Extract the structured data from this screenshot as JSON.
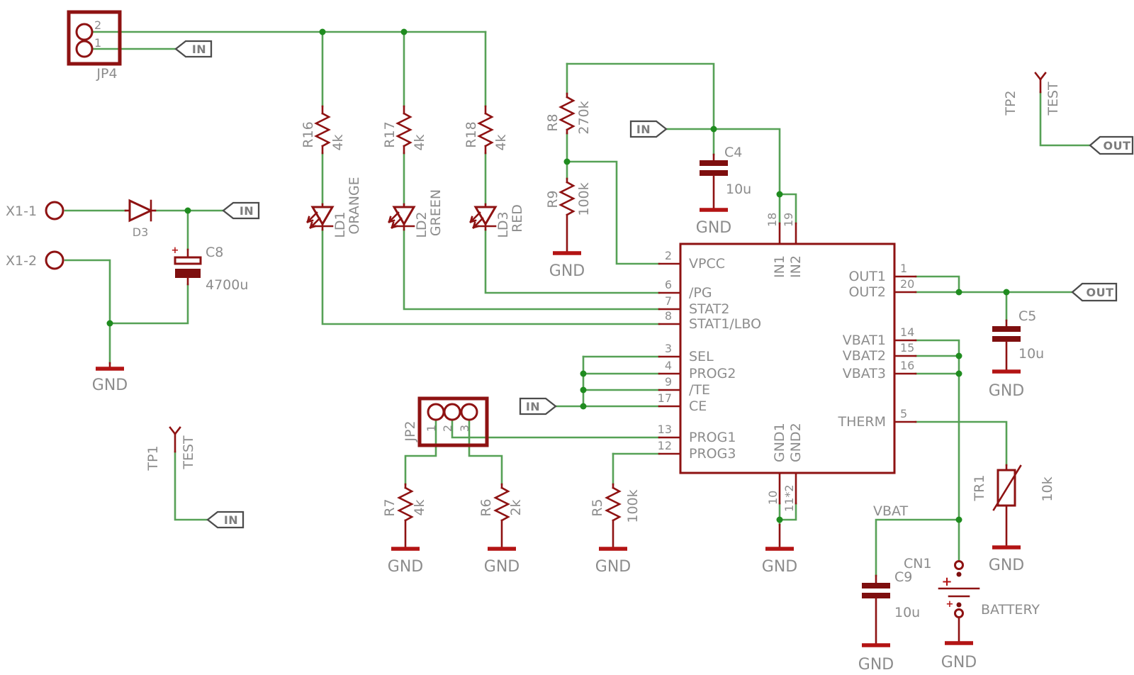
{
  "labels": {
    "gnd": "GND",
    "in": "IN",
    "out": "OUT",
    "plus": "+",
    "vbat": "VBAT",
    "test": "TEST"
  },
  "parts": {
    "jp4": {
      "name": "JP4",
      "pin1": "1",
      "pin2": "2"
    },
    "jp2": {
      "name": "JP2",
      "pin1": "1",
      "pin2": "2",
      "pin3": "3"
    },
    "x1_1": {
      "name": "X1-1"
    },
    "x1_2": {
      "name": "X1-2"
    },
    "d3": {
      "name": "D3"
    },
    "c8": {
      "name": "C8",
      "value": "4700u"
    },
    "c4": {
      "name": "C4",
      "value": "10u"
    },
    "c5": {
      "name": "C5",
      "value": "10u"
    },
    "c9": {
      "name": "C9",
      "value": "10u"
    },
    "r16": {
      "name": "R16",
      "value": "4k"
    },
    "r17": {
      "name": "R17",
      "value": "4k"
    },
    "r18": {
      "name": "R18",
      "value": "4k"
    },
    "r8": {
      "name": "R8",
      "value": "270k"
    },
    "r9": {
      "name": "R9",
      "value": "100k"
    },
    "r7": {
      "name": "R7",
      "value": "4k"
    },
    "r6": {
      "name": "R6",
      "value": "2k"
    },
    "r5": {
      "name": "R5",
      "value": "100k"
    },
    "ld1": {
      "name": "LD1",
      "color": "ORANGE"
    },
    "ld2": {
      "name": "LD2",
      "color": "GREEN"
    },
    "ld3": {
      "name": "LD3",
      "color": "RED"
    },
    "tr1": {
      "name": "TR1",
      "value": "10k"
    },
    "cn1": {
      "name": "CN1",
      "value": "BATTERY"
    },
    "tp1": {
      "name": "TP1"
    },
    "tp2": {
      "name": "TP2"
    }
  },
  "ic": {
    "left_pins": [
      {
        "num": "2",
        "name": "VPCC"
      },
      {
        "num": "6",
        "name": "/PG"
      },
      {
        "num": "7",
        "name": "STAT2"
      },
      {
        "num": "8",
        "name": "STAT1/LBO"
      },
      {
        "num": "3",
        "name": "SEL"
      },
      {
        "num": "4",
        "name": "PROG2"
      },
      {
        "num": "9",
        "name": "/TE"
      },
      {
        "num": "17",
        "name": "CE"
      },
      {
        "num": "13",
        "name": "PROG1"
      },
      {
        "num": "12",
        "name": "PROG3"
      }
    ],
    "right_pins": [
      {
        "num": "1",
        "name": "OUT1"
      },
      {
        "num": "20",
        "name": "OUT2"
      },
      {
        "num": "14",
        "name": "VBAT1"
      },
      {
        "num": "15",
        "name": "VBAT2"
      },
      {
        "num": "16",
        "name": "VBAT3"
      },
      {
        "num": "5",
        "name": "THERM"
      }
    ],
    "top_pins": [
      {
        "num": "18",
        "name": "IN1"
      },
      {
        "num": "19",
        "name": "IN2"
      }
    ],
    "bottom_pins": [
      {
        "num": "10",
        "name": "GND1"
      },
      {
        "num": "11*2",
        "name": "GND2"
      }
    ]
  }
}
